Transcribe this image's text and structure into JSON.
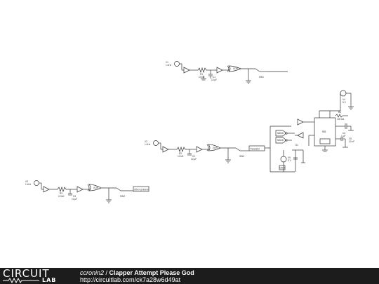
{
  "footer": {
    "logo_top": "CIRCUIT",
    "logo_bottom": "LAB",
    "user": "ccronin2",
    "separator": " / ",
    "project": "Clapper Attempt Please God",
    "url": "http://circuitlab.com/ck7a28w6d49at"
  },
  "schematic": {
    "stages": [
      {
        "source_name": "V1",
        "source_value": "1 kHz",
        "resistor_name": "R1",
        "resistor_value": "10 kΩ",
        "cap_name": "C1",
        "cap_value": "10 µF",
        "gate_label": "XOR",
        "switch_label": "SW1",
        "note": ""
      },
      {
        "source_name": "V2",
        "source_value": "1 kHz",
        "resistor_name": "R2",
        "resistor_value": "10 kΩ",
        "cap_name": "C2",
        "cap_value": "10 µF",
        "gate_label": "XOR",
        "switch_label": "SW2",
        "note": "Transistor"
      },
      {
        "source_name": "V3",
        "source_value": "1 kHz",
        "resistor_name": "R3",
        "resistor_value": "10 kΩ",
        "cap_name": "C3",
        "cap_value": "10 µF",
        "gate_label": "XOR",
        "switch_label": "SW3",
        "note": "Other problem"
      }
    ],
    "supply": {
      "name": "V4",
      "value": "5 V"
    },
    "output_block": {
      "nand_label": "NAND",
      "nand2_label": "NAND",
      "ic_label": "555",
      "r_name": "R4",
      "r_value": "100 kΩ",
      "c_name": "C4",
      "c_value": "1 µF",
      "c5_name": "C5",
      "c5_value": "10 nF",
      "led_label": "D1",
      "src_name": "V5",
      "src_value": "5 V",
      "gnd_label": "GND"
    }
  }
}
